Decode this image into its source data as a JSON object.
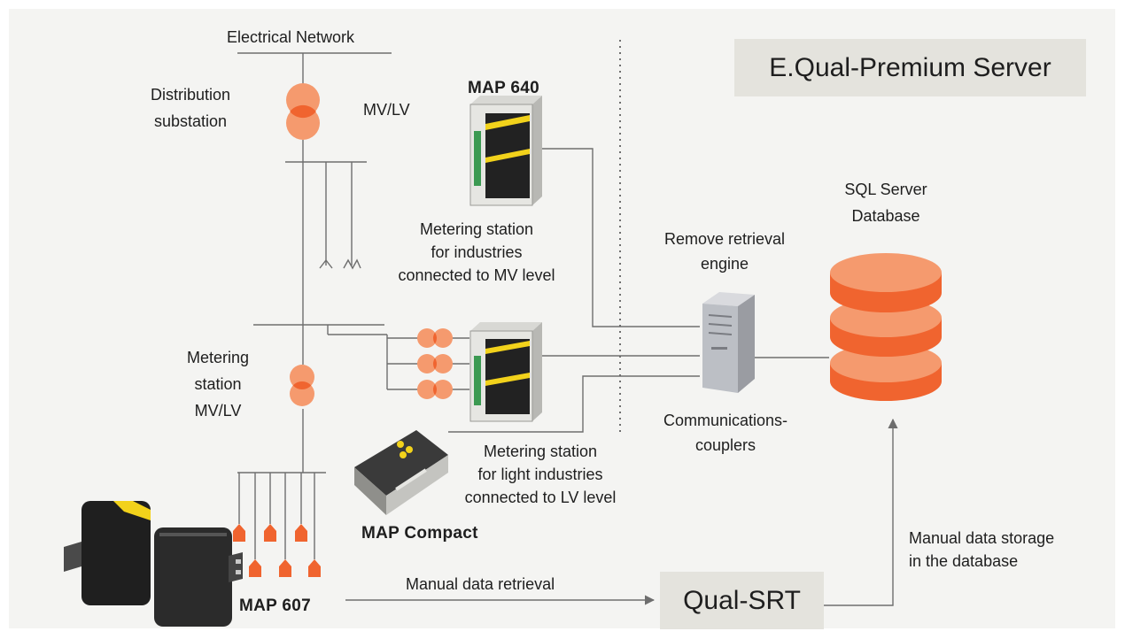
{
  "colors": {
    "accent": "#f0642f",
    "accent_light": "#f59a6e",
    "panel": "#f4f4f2",
    "box": "#e4e3dd",
    "line": "#6e6e6e",
    "text": "#1e1e1e"
  },
  "labels": {
    "electrical_network": "Electrical Network",
    "distribution_substation": [
      "Distribution",
      "substation"
    ],
    "mv_lv_top": "MV/LV",
    "map640": "MAP 640",
    "metering_mv": [
      "Metering station",
      "for industries",
      "connected to MV level"
    ],
    "metering_station_mvlv": [
      "Metering",
      "station",
      "MV/LV"
    ],
    "metering_lv": [
      "Metering station",
      "for light industries",
      "connected to LV level"
    ],
    "map_compact": "MAP Compact",
    "map607": "MAP 607",
    "manual_retrieval": "Manual data retrieval",
    "remote_engine": [
      "Remove retrieval",
      "engine"
    ],
    "couplers": [
      "Communications-",
      "couplers"
    ],
    "sql_server": [
      "SQL Server",
      "Database"
    ],
    "manual_storage": [
      "Manual data storage",
      "in the database"
    ]
  },
  "boxes": {
    "server": "E.Qual-Premium Server",
    "qualsrt": "Qual-SRT"
  }
}
